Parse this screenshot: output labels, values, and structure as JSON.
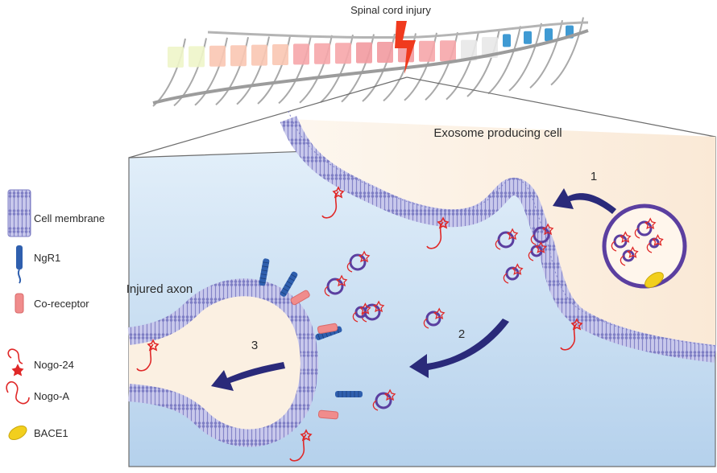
{
  "title": "Spinal cord injury",
  "panel": {
    "producing_cell": "Exosome producing cell",
    "injured_axon": "Injured axon",
    "steps": [
      "1",
      "2",
      "3"
    ]
  },
  "legend": [
    {
      "label": "Cell membrane",
      "icon": "membrane-icon"
    },
    {
      "label": "NgR1",
      "icon": "ngr1-icon"
    },
    {
      "label": "Co-receptor",
      "icon": "co-receptor-icon"
    },
    {
      "label": "Nogo-24",
      "icon": "nogo-24-icon"
    },
    {
      "label": "Nogo-A",
      "icon": "nogo-a-icon"
    },
    {
      "label": "BACE1",
      "icon": "bace1-icon"
    }
  ],
  "colors": {
    "membrane": "#8f8fd0",
    "membrane_dark": "#6a6ab8",
    "ngr1": "#2f5fae",
    "co_receptor": "#f08c8c",
    "nogo": "#e02828",
    "bace1": "#f2cf1d",
    "exosome": "#5b3fa0",
    "arrow": "#2a2a7a",
    "fluid": "#c6ddf1",
    "cytoplasm": "#fbf0e2",
    "lightning": "#f03a1e"
  }
}
